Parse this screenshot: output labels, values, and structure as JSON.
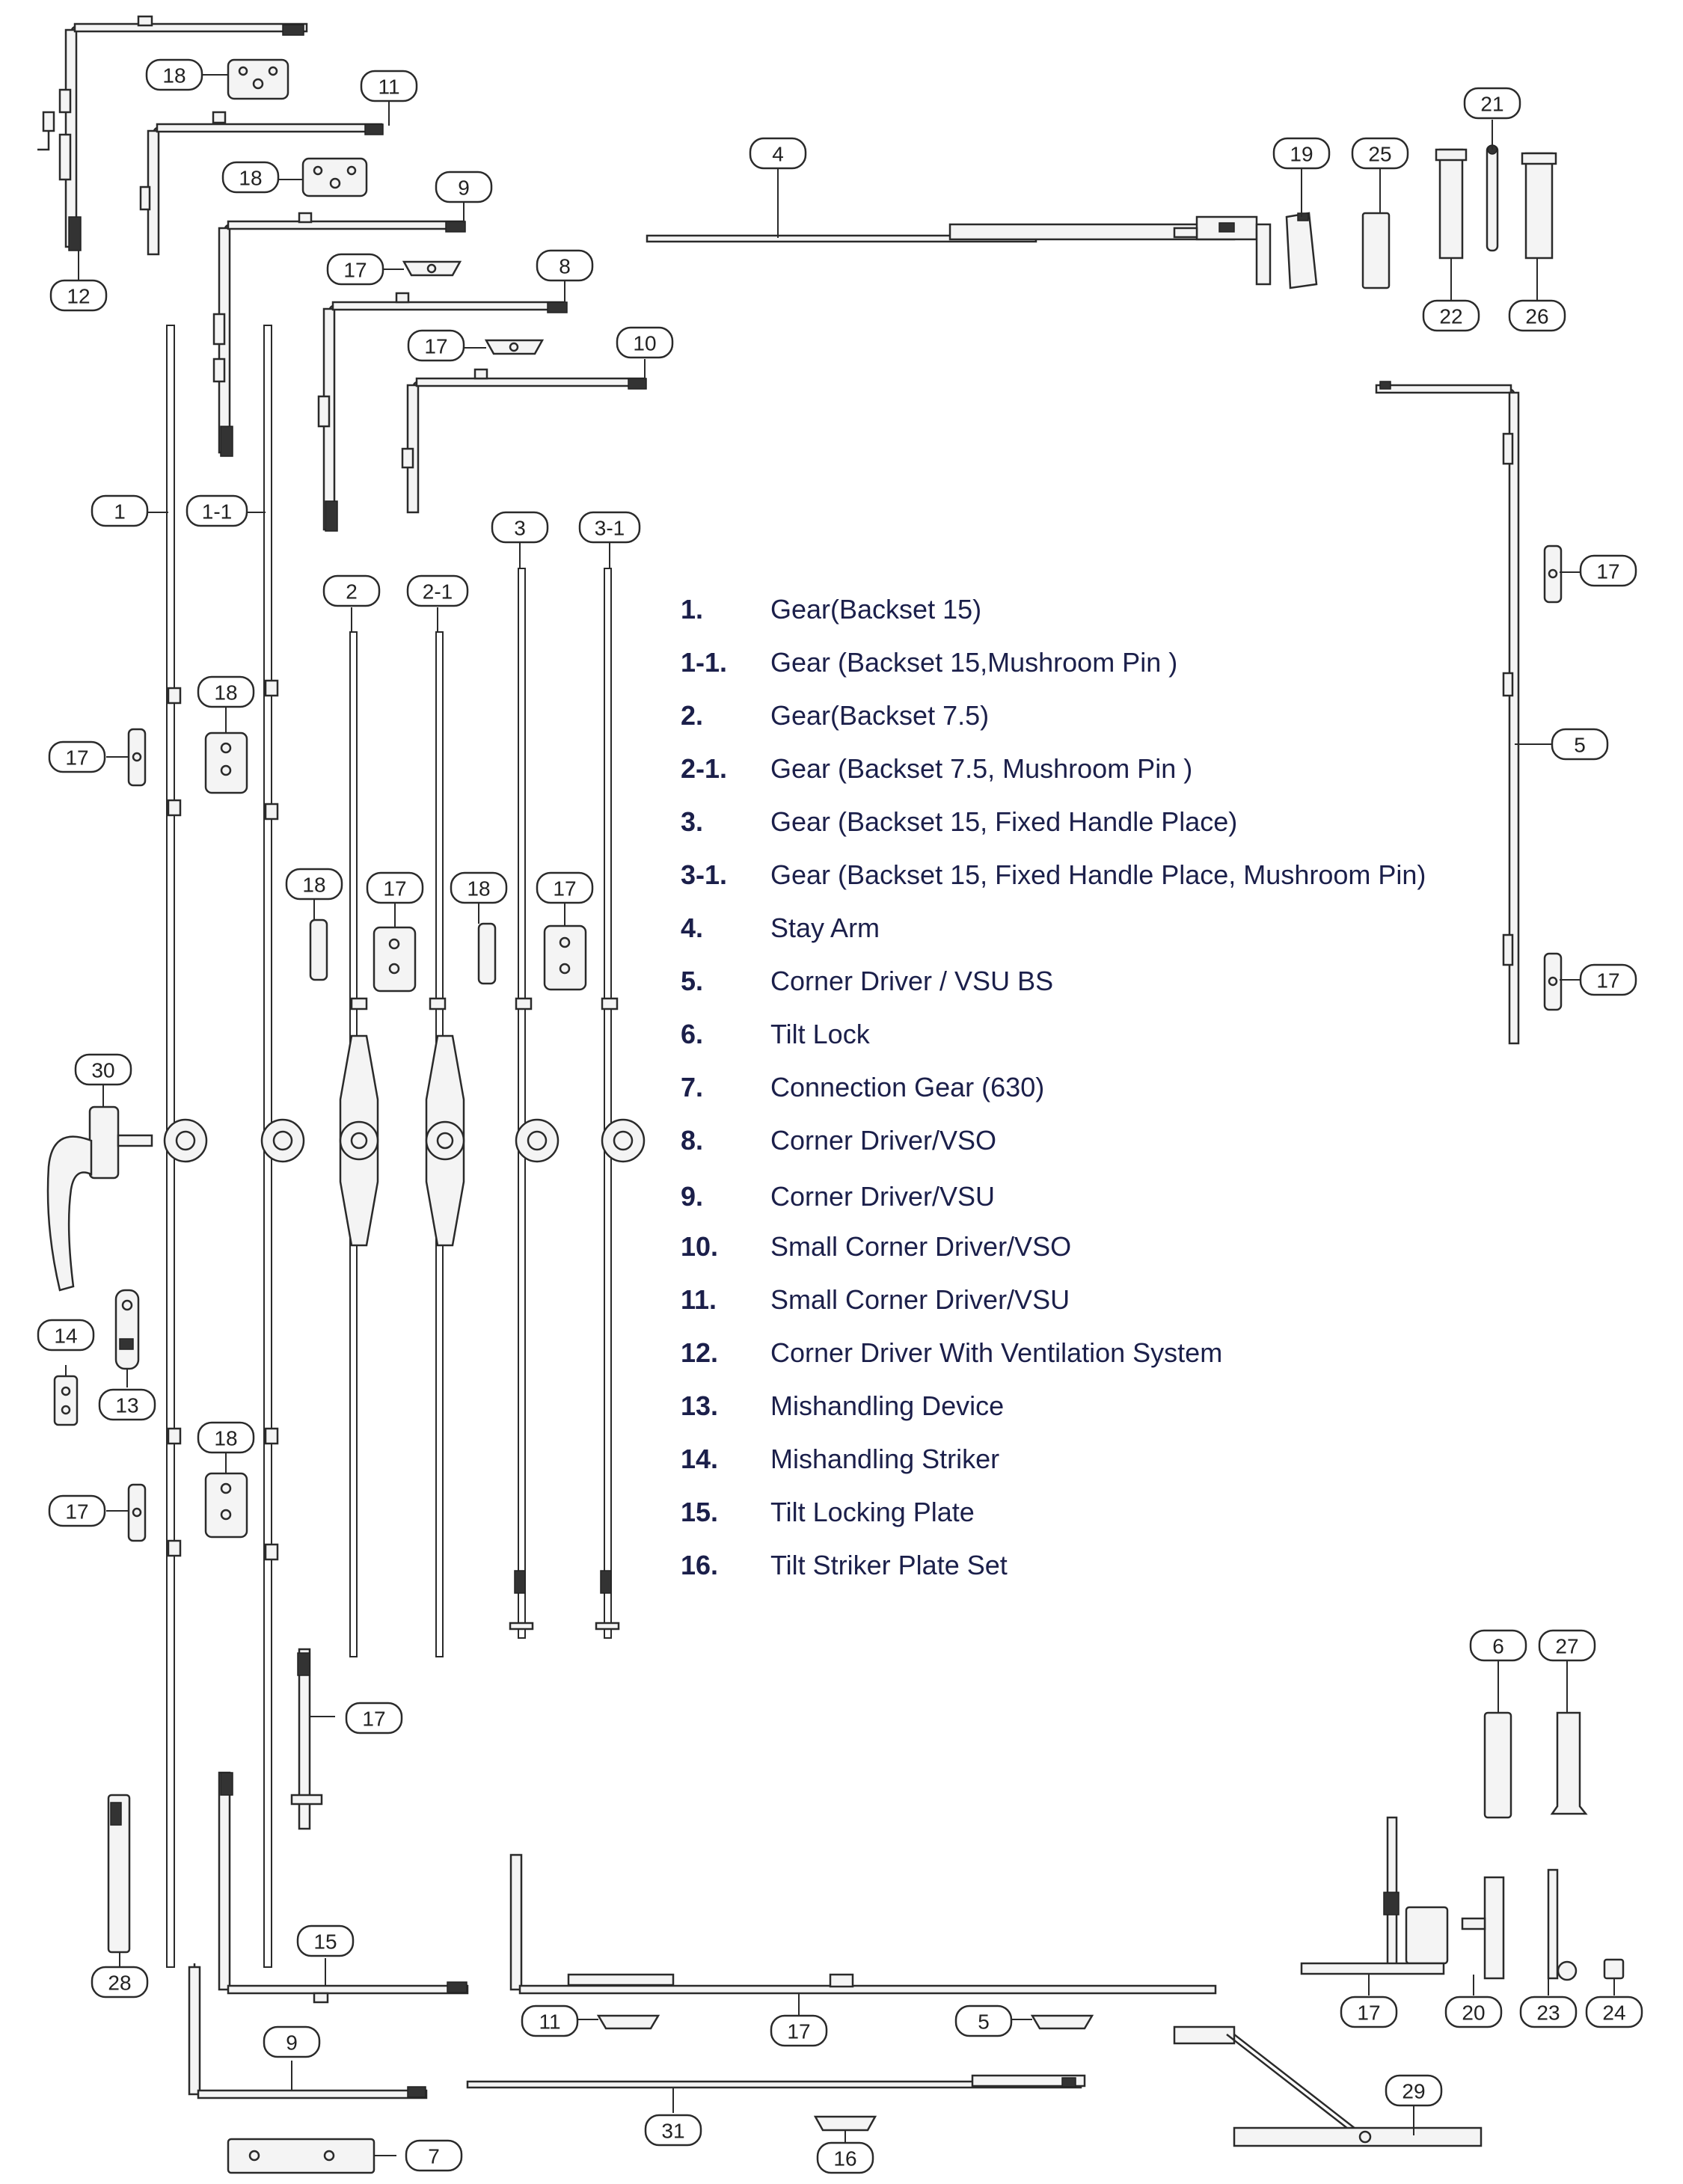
{
  "legend": [
    {
      "num": "1.",
      "label": "Gear(Backset 15)"
    },
    {
      "num": "1-1.",
      "label": "Gear (Backset 15,Mushroom Pin )"
    },
    {
      "num": "2.",
      "label": "Gear(Backset 7.5)"
    },
    {
      "num": "2-1.",
      "label": "Gear (Backset 7.5, Mushroom Pin )"
    },
    {
      "num": "3.",
      "label": "Gear (Backset 15, Fixed Handle Place)"
    },
    {
      "num": "3-1.",
      "label": "Gear (Backset 15, Fixed Handle Place, Mushroom Pin)"
    },
    {
      "num": "4.",
      "label": "Stay Arm"
    },
    {
      "num": "5.",
      "label": "Corner Driver / VSU BS"
    },
    {
      "num": "6.",
      "label": "Tilt Lock"
    },
    {
      "num": "7.",
      "label": "Connection Gear (630)"
    },
    {
      "num": "8.",
      "label": "Corner Driver/VSO"
    },
    {
      "num": "9.",
      "label": "Corner Driver/VSU"
    },
    {
      "num": "10.",
      "label": "Small Corner Driver/VSO"
    },
    {
      "num": "11.",
      "label": "Small Corner Driver/VSU"
    },
    {
      "num": "12.",
      "label": "Corner Driver With Ventilation System"
    },
    {
      "num": "13.",
      "label": "Mishandling Device"
    },
    {
      "num": "14.",
      "label": "Mishandling Striker"
    },
    {
      "num": "15.",
      "label": "Tilt Locking Plate"
    },
    {
      "num": "16.",
      "label": "Tilt Striker Plate Set"
    }
  ],
  "callouts": [
    "18",
    "11",
    "18",
    "9",
    "17",
    "8",
    "17",
    "10",
    "12",
    "4",
    "19",
    "25",
    "21",
    "22",
    "26",
    "1",
    "1-1",
    "2",
    "2-1",
    "3",
    "3-1",
    "17",
    "5",
    "17",
    "18",
    "17",
    "18",
    "17",
    "18",
    "17",
    "30",
    "14",
    "13",
    "18",
    "17",
    "17",
    "6",
    "27",
    "28",
    "15",
    "9",
    "11",
    "17",
    "5",
    "17",
    "20",
    "23",
    "24",
    "29",
    "31",
    "7",
    "16",
    "17"
  ],
  "colors": {
    "ink": "#1b1f4a",
    "line": "#2a2a2a",
    "part_fill": "#f2f2f2",
    "part_dark": "#333333"
  }
}
